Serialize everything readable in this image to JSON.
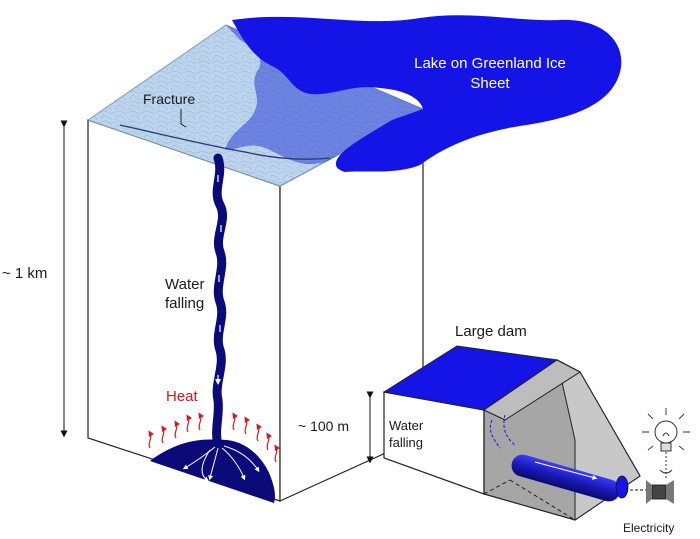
{
  "labels": {
    "lake": "Lake on Greenland Ice Sheet",
    "fracture": "Fracture",
    "height_km": "~ 1 km",
    "water_falling_shaft": "Water falling",
    "heat": "Heat",
    "large_dam": "Large dam",
    "height_dam": "~ 100 m",
    "water_falling_dam": "Water falling",
    "electricity": "Electricity"
  },
  "colors": {
    "lake_blue": "#1414e6",
    "ice_surface": "#b9d2ea",
    "meltwater_dark": "#0a0a78",
    "heat_red": "#d01c1c",
    "dam_grey": "#a6a6a6"
  }
}
